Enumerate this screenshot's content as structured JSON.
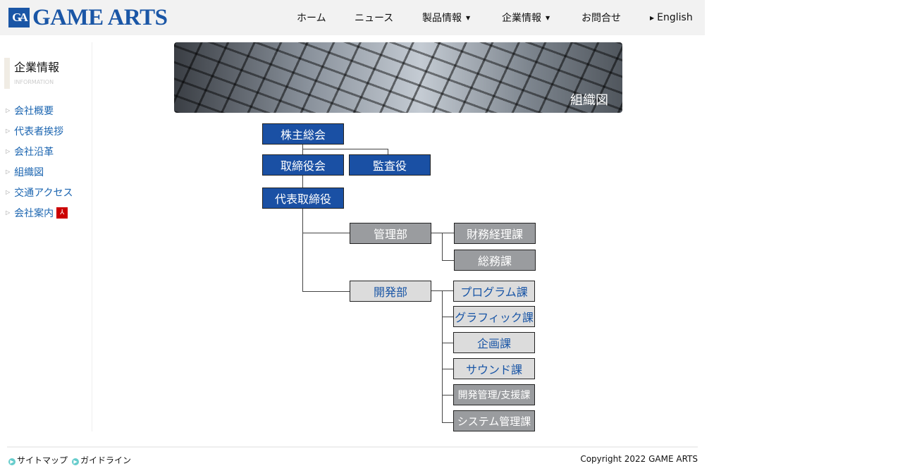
{
  "header": {
    "logo_mark": "GA",
    "logo_text": "GAME ARTS",
    "nav": [
      "ホーム",
      "ニュース",
      "製品情報",
      "企業情報",
      "お問合せ",
      "English"
    ]
  },
  "sidebar": {
    "title": "企業情報",
    "subtitle": "INFORMATION",
    "items": [
      "会社概要",
      "代表者挨拶",
      "会社沿革",
      "組織図",
      "交通アクセス",
      "会社案内"
    ]
  },
  "banner": {
    "title": "組織図"
  },
  "org": {
    "shareholders": "株主総会",
    "board": "取締役会",
    "auditor": "監査役",
    "ceo": "代表取締役",
    "admin": "管理部",
    "finance": "財務経理課",
    "general": "総務課",
    "dev": "開発部",
    "program": "プログラム課",
    "graphic": "グラフィック課",
    "planning": "企画課",
    "sound": "サウンド課",
    "devmgmt": "開発管理/支援課",
    "sysmgmt": "システム管理課"
  },
  "footer": {
    "sitemap": "サイトマップ",
    "guideline": "ガイドライン",
    "copyright": "Copyright 2022 GAME ARTS"
  }
}
